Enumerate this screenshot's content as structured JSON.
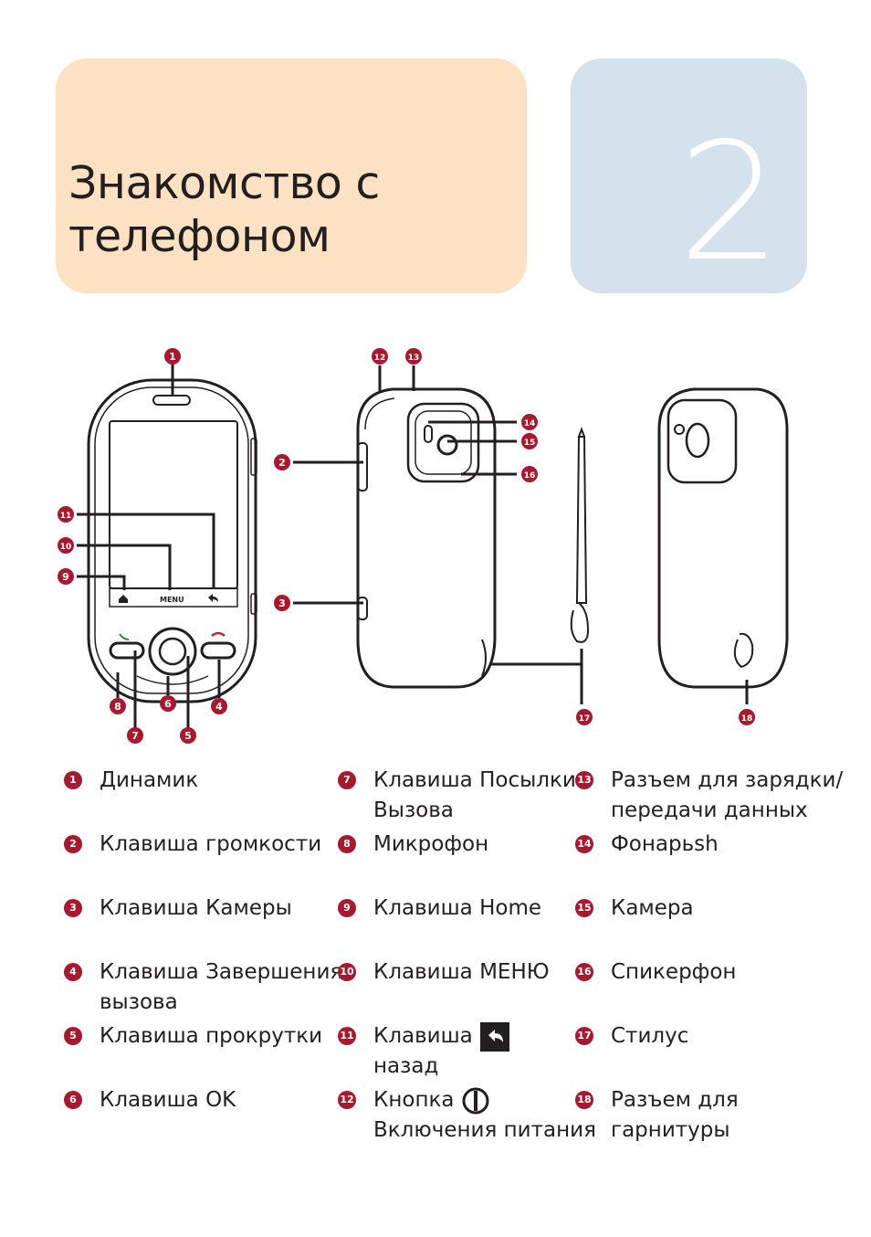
{
  "chapter": {
    "title_line1": "Знакомство с",
    "title_line2": "телефоном",
    "number": "2"
  },
  "diagram_labels": {
    "menu_text": "MENU",
    "numbers": [
      "1",
      "2",
      "3",
      "4",
      "5",
      "6",
      "7",
      "8",
      "9",
      "10",
      "11",
      "12",
      "13",
      "14",
      "15",
      "16",
      "17",
      "18"
    ]
  },
  "legend": [
    {
      "n": "1",
      "lines": [
        "Динамик"
      ]
    },
    {
      "n": "2",
      "lines": [
        "Клавиша громкости"
      ]
    },
    {
      "n": "3",
      "lines": [
        "Клавиша Камеры"
      ]
    },
    {
      "n": "4",
      "lines": [
        "Клавиша Завершения",
        "вызова"
      ]
    },
    {
      "n": "5",
      "lines": [
        "Клавиша прокрутки"
      ]
    },
    {
      "n": "6",
      "lines": [
        "Клавиша OK"
      ]
    },
    {
      "n": "7",
      "lines": [
        "Клавиша Посылки",
        "Вызова"
      ]
    },
    {
      "n": "8",
      "lines": [
        "Микрофон"
      ]
    },
    {
      "n": "9",
      "lines": [
        "Клавиша Home"
      ]
    },
    {
      "n": "10",
      "lines": [
        "Клавиша МЕНЮ"
      ]
    },
    {
      "n": "11",
      "lines": [
        "Клавиша",
        "назад"
      ],
      "icon": "back-arrow-icon"
    },
    {
      "n": "12",
      "lines": [
        "Кнопка",
        "Включения питания"
      ],
      "icon": "power-icon"
    },
    {
      "n": "13",
      "lines": [
        "Разъем для зарядки/",
        "передачи данных"
      ]
    },
    {
      "n": "14",
      "lines": [
        "Фонарьsh"
      ]
    },
    {
      "n": "15",
      "lines": [
        "Камера"
      ]
    },
    {
      "n": "16",
      "lines": [
        "Спикерфон"
      ]
    },
    {
      "n": "17",
      "lines": [
        "Стилус"
      ]
    },
    {
      "n": "18",
      "lines": [
        "Разъем для",
        "гарнитуры"
      ]
    }
  ],
  "colors": {
    "title_bg": "#fde1c3",
    "number_bg": "#d3e2ec",
    "badge": "#a6192e"
  }
}
